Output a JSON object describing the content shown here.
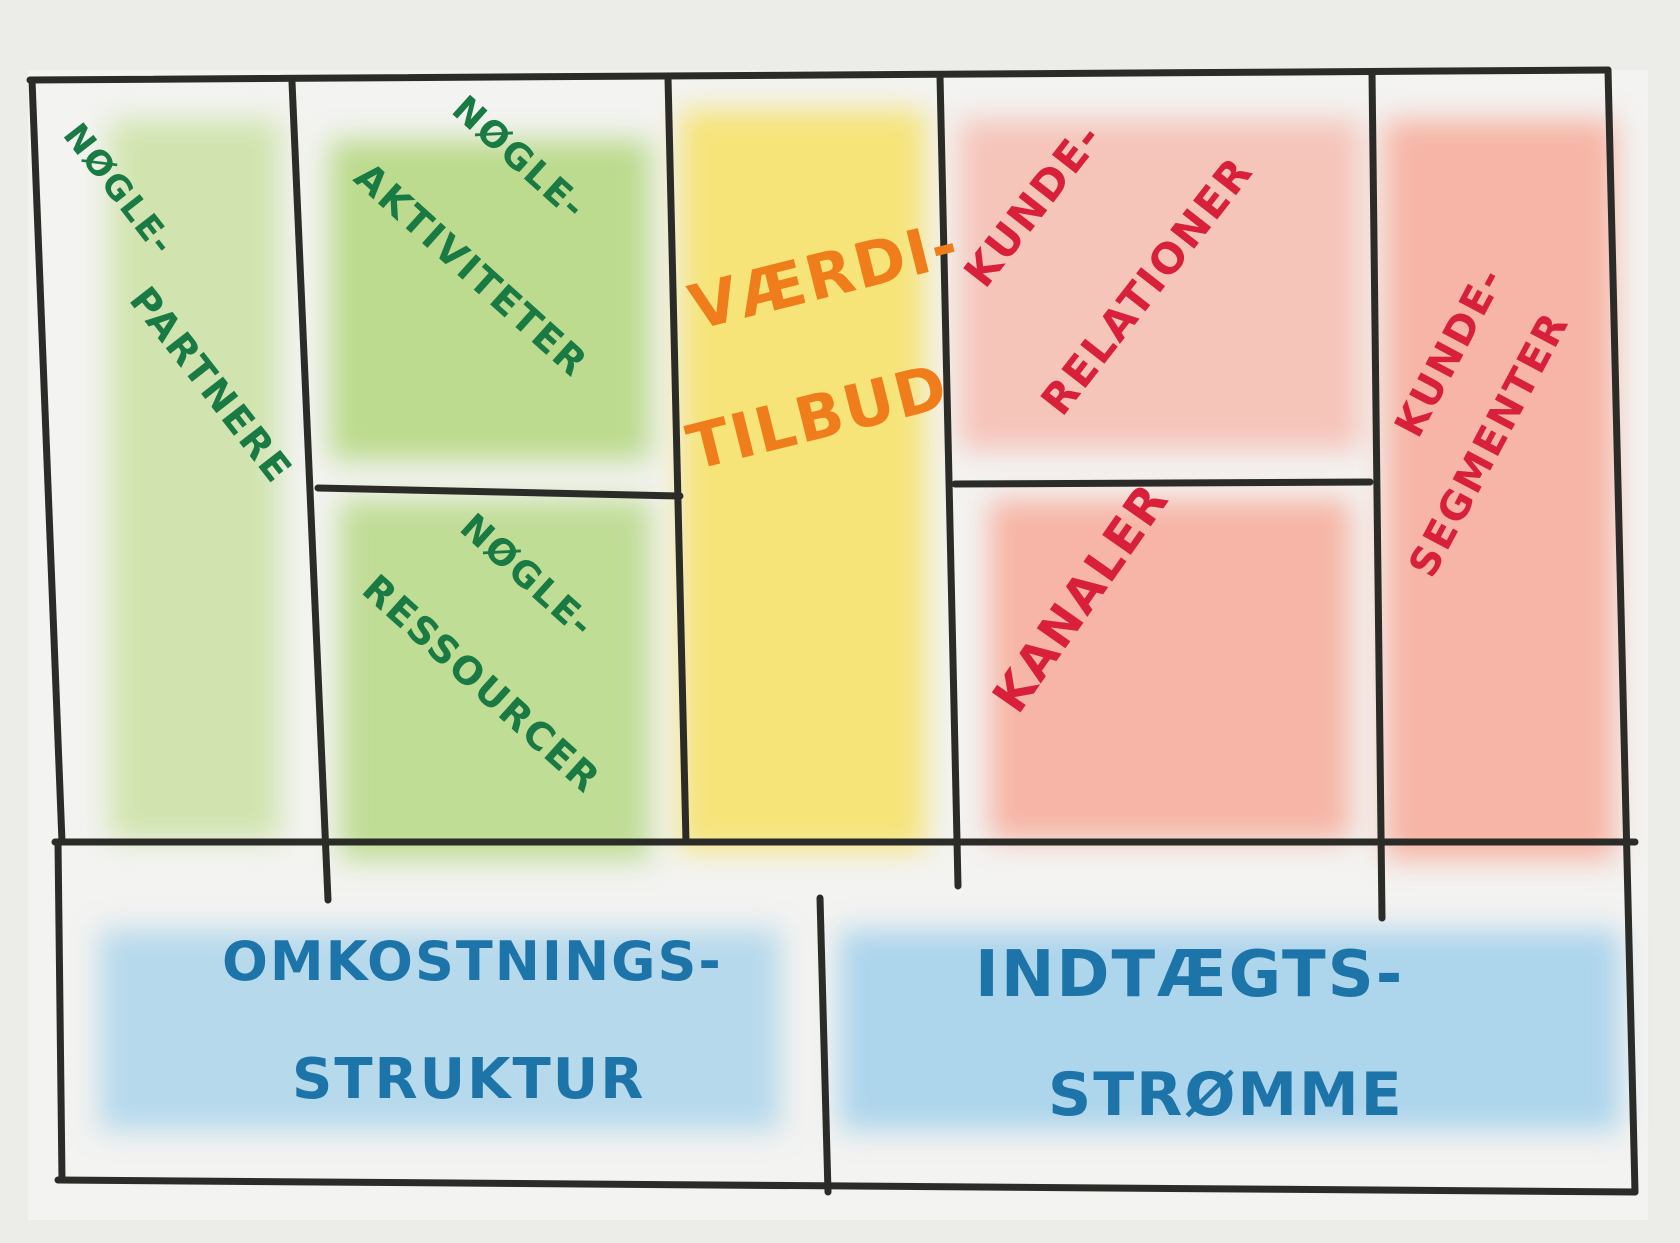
{
  "colors": {
    "paper": "#f1f1ef",
    "ink": "#2b2b28",
    "green_text": "#1a7a44",
    "green_wash": "#a9d36e",
    "yellow_wash": "#f6e05a",
    "orange_text": "#f07d1c",
    "red_text": "#d9203a",
    "red_wash": "#f7a08c",
    "blue_text": "#1d74a8",
    "blue_wash": "#8ec8ea"
  },
  "blocks": {
    "key_partners": {
      "line1": "NØGLE-",
      "line2": "PARTNERE"
    },
    "key_activities": {
      "line1": "NØGLE-",
      "line2": "AKTIVITETER"
    },
    "key_resources": {
      "line1": "NØGLE-",
      "line2": "RESSOURCER"
    },
    "value_proposition": {
      "line1": "VÆRDI-",
      "line2": "TILBUD"
    },
    "customer_relations": {
      "line1": "KUNDE-",
      "line2": "RELATIONER"
    },
    "channels": {
      "line1": "KANALER"
    },
    "customer_segments": {
      "line1": "KUNDE-",
      "line2": "SEGMENTER"
    },
    "cost_structure": {
      "line1": "OMKOSTNINGS-",
      "line2": "STRUKTUR"
    },
    "revenue_streams": {
      "line1": "INDTÆGTS-",
      "line2": "STRØMME"
    }
  }
}
